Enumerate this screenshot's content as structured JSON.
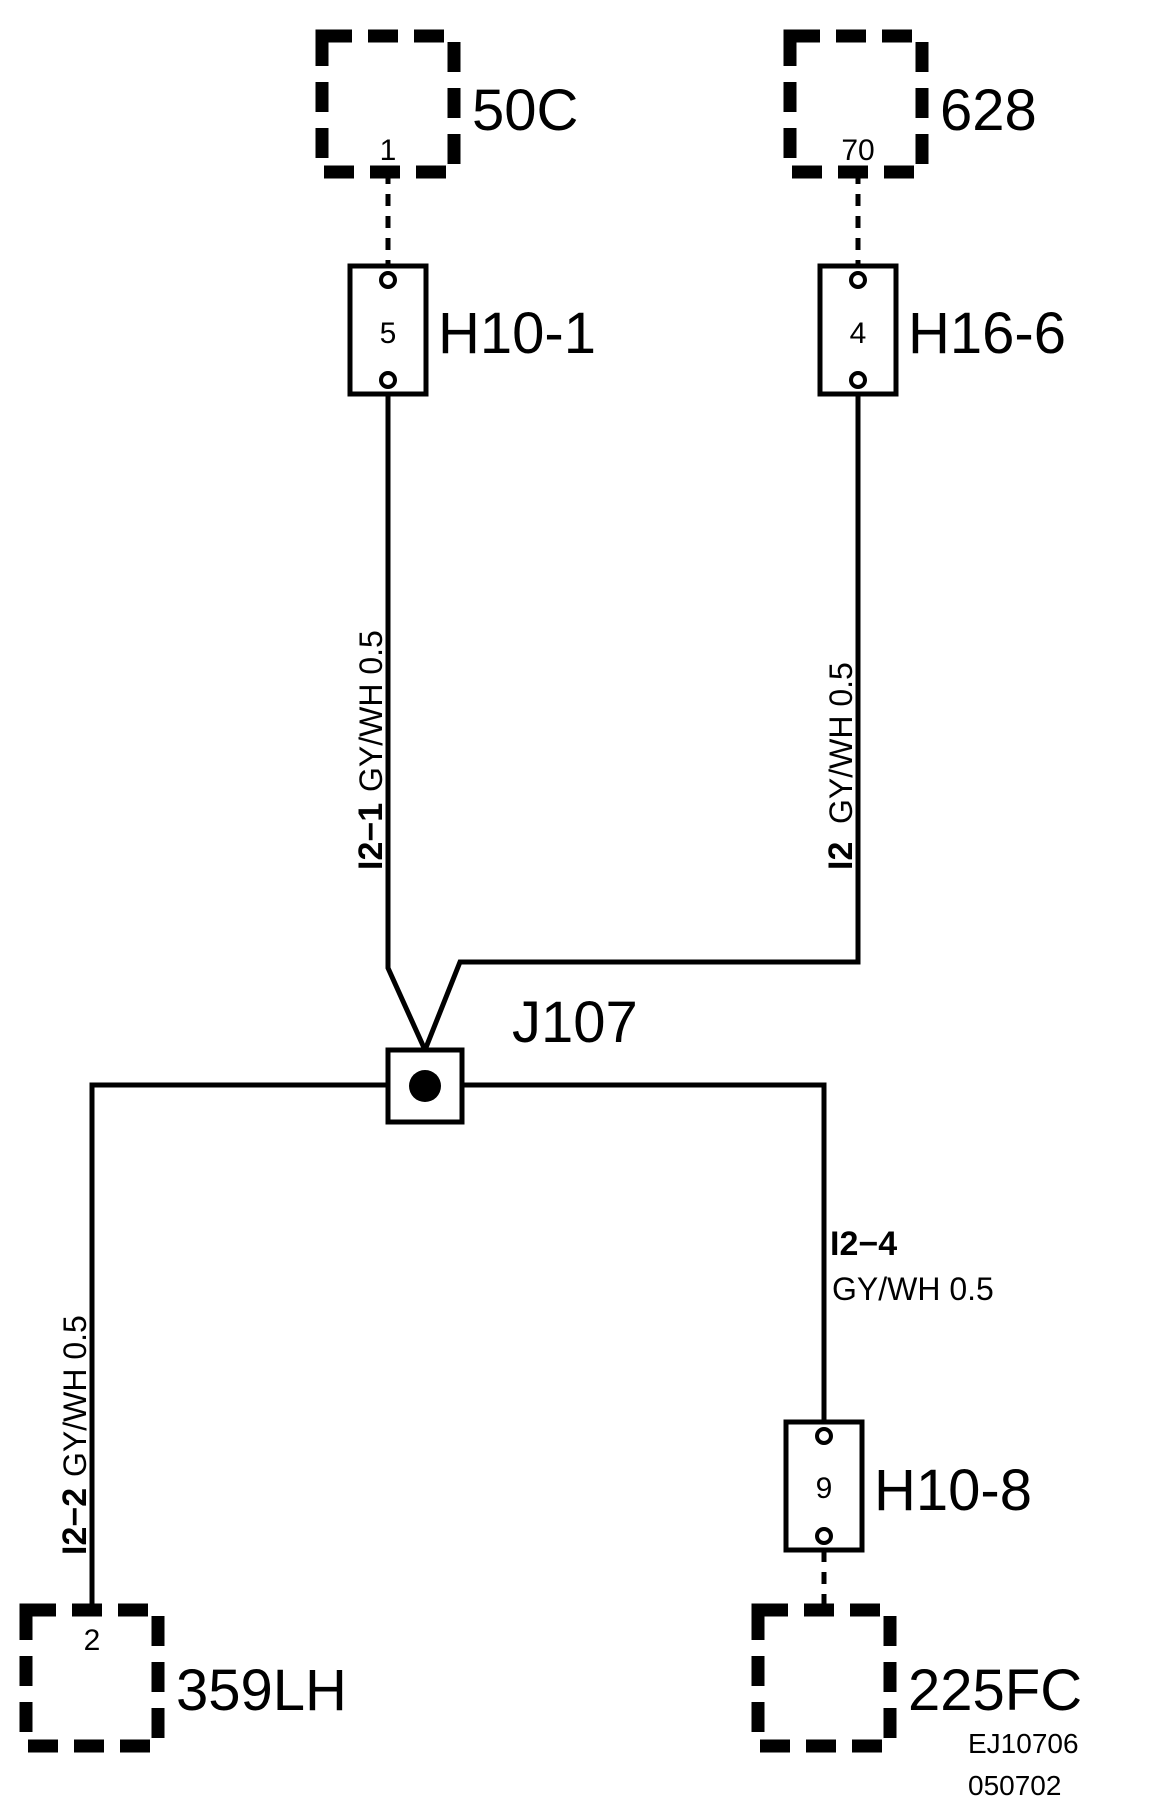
{
  "components": {
    "c50c": {
      "label": "50C",
      "pin": "1"
    },
    "c628": {
      "label": "628",
      "pin": "70"
    },
    "c359lh": {
      "label": "359LH",
      "pin": "2"
    },
    "c225fc": {
      "label": "225FC"
    }
  },
  "connectors": {
    "h10_1": {
      "label": "H10-1",
      "pin": "5"
    },
    "h16_6": {
      "label": "H16-6",
      "pin": "4"
    },
    "h10_8": {
      "label": "H10-8",
      "pin": "9"
    }
  },
  "splice": {
    "label": "J107"
  },
  "wires": {
    "w_i2_1": {
      "circuit": "I2−1",
      "spec": "GY/WH  0.5"
    },
    "w_i2": {
      "circuit": "I2",
      "spec": "GY/WH  0.5"
    },
    "w_i2_2": {
      "circuit": "I2−2",
      "spec": "GY/WH  0.5"
    },
    "w_i2_4": {
      "circuit": "I2−4",
      "spec": "GY/WH  0.5"
    }
  },
  "reference": {
    "code": "EJ10706",
    "date": "050702"
  }
}
